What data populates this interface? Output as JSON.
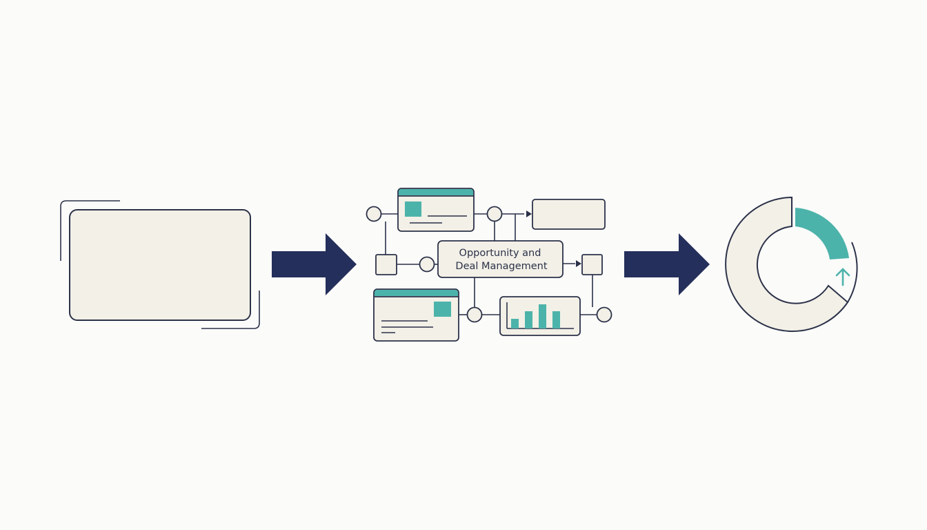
{
  "colors": {
    "background": "#fbfbfa",
    "navy": "#252f5b",
    "stroke": "#2b3148",
    "panel": "#f2f0e7",
    "teal": "#4cb3aa"
  },
  "center_node": {
    "line1": "Opportunity and",
    "line2": "Deal Management"
  },
  "icons": {
    "input": "blank-card",
    "flow_arrows": "right-arrow",
    "output": "growth-ring",
    "growth": "up-arrow",
    "chart": "bar-chart"
  },
  "output_gauge_fraction": 0.2
}
